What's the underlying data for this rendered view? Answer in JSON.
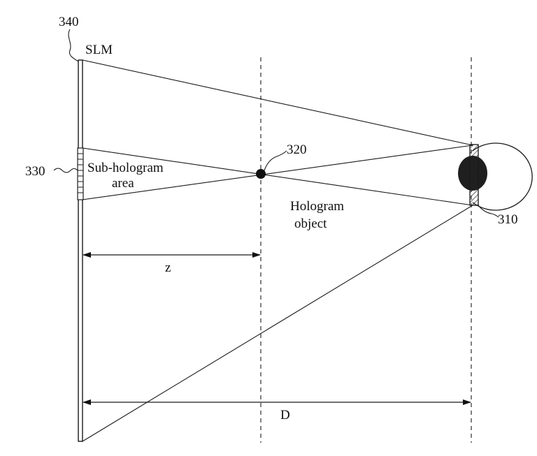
{
  "diagram": {
    "ref_slm": "340",
    "label_slm": "SLM",
    "ref_sub_hologram": "330",
    "label_sub_hologram_line1": "Sub-hologram",
    "label_sub_hologram_line2": "area",
    "ref_point": "320",
    "label_hologram_object_line1": "Hologram",
    "label_hologram_object_line2": "object",
    "ref_eye": "310",
    "label_z": "z",
    "label_D": "D"
  }
}
